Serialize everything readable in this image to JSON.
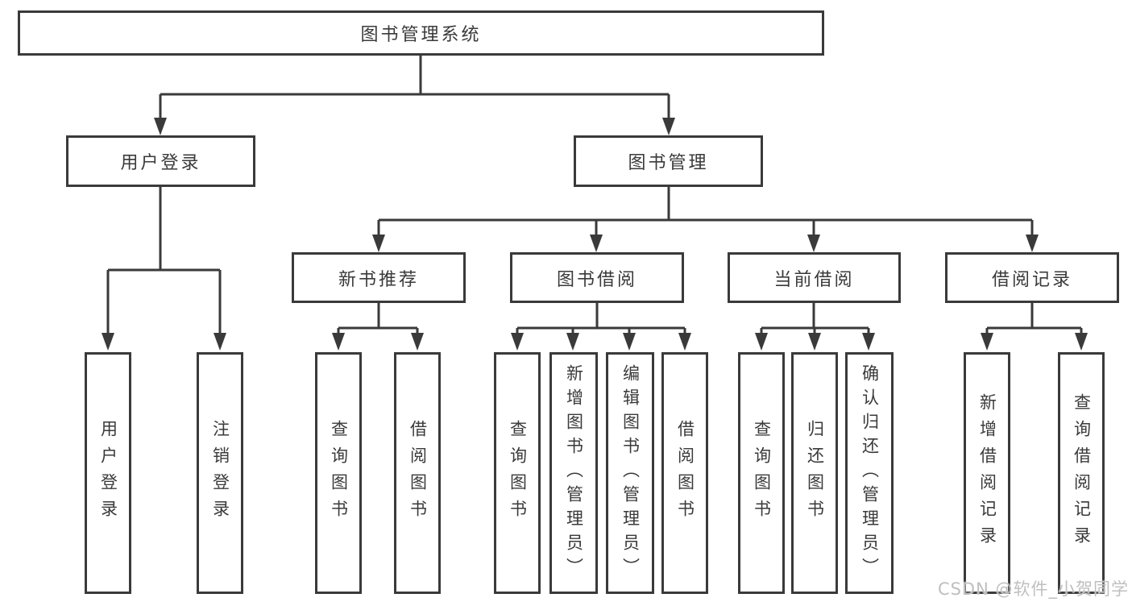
{
  "diagram": {
    "root": {
      "label": "图书管理系统"
    },
    "level2": [
      {
        "label": "用户登录"
      },
      {
        "label": "图书管理"
      }
    ],
    "level3": [
      {
        "label": "新书推荐"
      },
      {
        "label": "图书借阅"
      },
      {
        "label": "当前借阅"
      },
      {
        "label": "借阅记录"
      }
    ],
    "leaves": {
      "user_login": [
        {
          "label": "用户登录"
        },
        {
          "label": "注销登录"
        }
      ],
      "new_book": [
        {
          "label": "查询图书"
        },
        {
          "label": "借阅图书"
        }
      ],
      "book_borrow": [
        {
          "label": "查询图书"
        },
        {
          "label": "新增图书（管理员）"
        },
        {
          "label": "编辑图书（管理员）"
        },
        {
          "label": "借阅图书"
        }
      ],
      "current_borrow": [
        {
          "label": "查询图书"
        },
        {
          "label": "归还图书"
        },
        {
          "label": "确认归还（管理员）"
        }
      ],
      "borrow_record": [
        {
          "label": "新增借阅记录"
        },
        {
          "label": "查询借阅记录"
        }
      ]
    }
  },
  "watermark": {
    "text": "CSDN @软件_小贺同学"
  },
  "colors": {
    "line": "#3a3a3a",
    "text": "#3a3a3a",
    "watermark": "#bfbfbf",
    "background": "#ffffff"
  }
}
